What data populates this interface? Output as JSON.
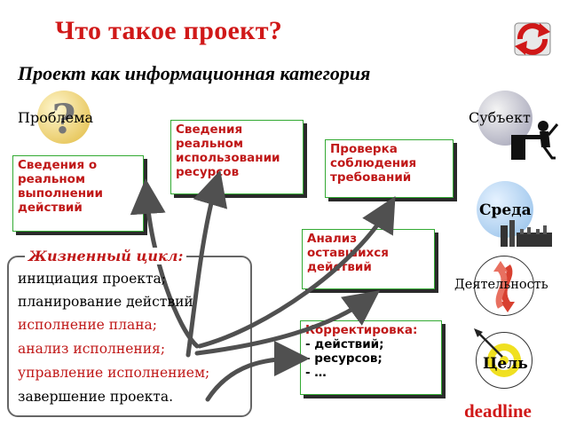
{
  "title": "Что такое проект?",
  "subtitle": "Проект как информационная категория",
  "problem": {
    "label": "Проблема",
    "icon_glyph": "?"
  },
  "subject": {
    "label": "Субъект"
  },
  "environment": {
    "label": "Среда"
  },
  "activity": {
    "label": "Деятельность"
  },
  "goal": {
    "label": "Цель"
  },
  "deadline": "deadline",
  "boxes": {
    "execution_info": "Сведения о\nреальном\nвыполнении\nдействий",
    "resource_info": "Сведения\nреальном\nиспользовании\nресурсов",
    "compliance": "Проверка\nсоблюдения\nтребований",
    "remaining": "Анализ\nоставшихся\nдействий",
    "correction_title": "Корректировка:",
    "correction_items": "- действий;\n- ресурсов;\n- …"
  },
  "lifecycle": {
    "header": "Жизненный цикл:",
    "items": [
      "инициация проекта;",
      "планирование действий",
      "исполнение плана;",
      "анализ исполнения;",
      "управление исполнением;",
      "завершение проекта."
    ]
  },
  "colors": {
    "title_red": "#d01818",
    "box_border_green": "#33aa33",
    "arrow_gray": "#505050",
    "text_red": "#c01818"
  }
}
